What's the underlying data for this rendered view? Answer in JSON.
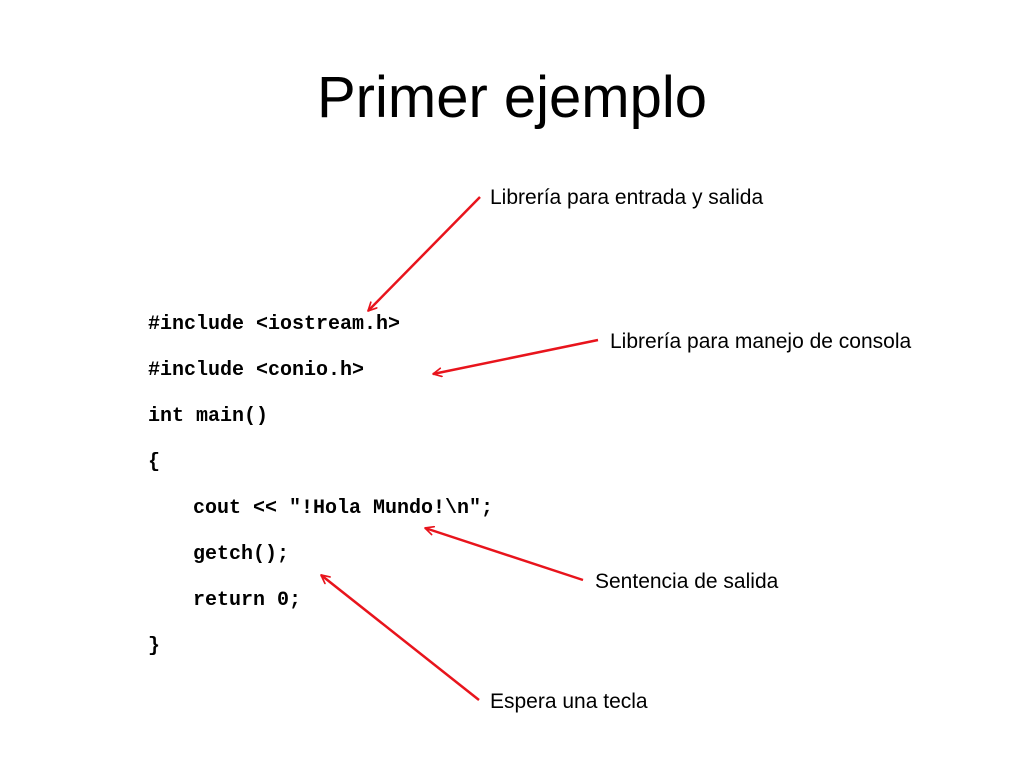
{
  "slide": {
    "title": "Primer ejemplo",
    "code_lines": [
      "#include <iostream.h>",
      "#include <conio.h>",
      "int main()",
      "{",
      "cout << \"!Hola Mundo!\\n\";",
      "getch();",
      "return 0;",
      "}"
    ],
    "annotations": {
      "iostream": "Librería para entrada y salida",
      "conio": "Librería para manejo de consola",
      "cout": "Sentencia de salida",
      "getch": "Espera una tecla"
    },
    "arrow_color": "#e8141c"
  }
}
